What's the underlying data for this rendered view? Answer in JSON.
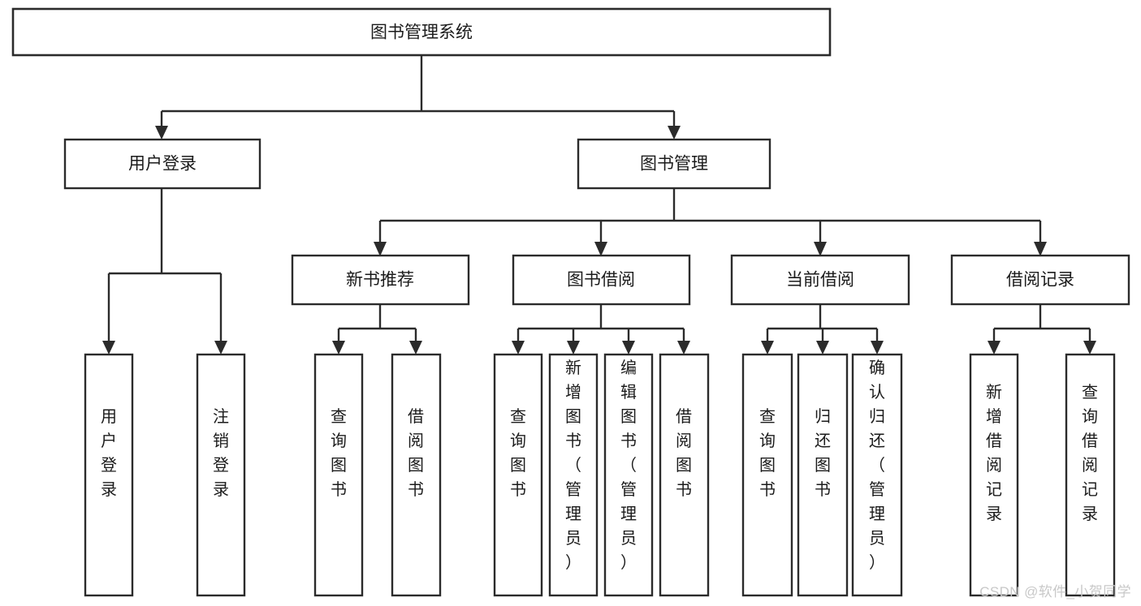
{
  "diagram": {
    "title": "图书管理系统",
    "type": "hierarchy-tree",
    "colors": {
      "box_stroke": "#2b2b2b",
      "box_fill": "#ffffff",
      "text": "#1b1b1b",
      "connector": "#2b2b2b",
      "watermark": "#c8c8c8",
      "background": "#ffffff"
    },
    "levels": [
      {
        "level": 1,
        "orientation": "horizontal-text",
        "nodes": [
          {
            "id": "root",
            "label": "图书管理系统"
          }
        ]
      },
      {
        "level": 2,
        "orientation": "horizontal-text",
        "nodes": [
          {
            "id": "user-login",
            "label": "用户登录",
            "parent": "root"
          },
          {
            "id": "book-manage",
            "label": "图书管理",
            "parent": "root"
          }
        ]
      },
      {
        "level": 3,
        "orientation": "horizontal-text",
        "nodes": [
          {
            "id": "new-book-rec",
            "label": "新书推荐",
            "parent": "book-manage"
          },
          {
            "id": "book-borrow",
            "label": "图书借阅",
            "parent": "book-manage"
          },
          {
            "id": "current-borrow",
            "label": "当前借阅",
            "parent": "book-manage"
          },
          {
            "id": "borrow-record",
            "label": "借阅记录",
            "parent": "book-manage"
          }
        ]
      },
      {
        "level": 4,
        "orientation": "vertical-text",
        "nodes": [
          {
            "id": "leaf-user-login",
            "label": "用户登录",
            "parent": "user-login"
          },
          {
            "id": "leaf-logout",
            "label": "注销登录",
            "parent": "user-login"
          },
          {
            "id": "leaf-query-book-1",
            "label": "查询图书",
            "parent": "new-book-rec"
          },
          {
            "id": "leaf-borrow-book-1",
            "label": "借阅图书",
            "parent": "new-book-rec"
          },
          {
            "id": "leaf-query-book-2",
            "label": "查询图书",
            "parent": "book-borrow"
          },
          {
            "id": "leaf-add-book",
            "label": "新增图书（管理员）",
            "parent": "book-borrow"
          },
          {
            "id": "leaf-edit-book",
            "label": "编辑图书（管理员）",
            "parent": "book-borrow"
          },
          {
            "id": "leaf-borrow-book-2",
            "label": "借阅图书",
            "parent": "book-borrow"
          },
          {
            "id": "leaf-query-book-3",
            "label": "查询图书",
            "parent": "current-borrow"
          },
          {
            "id": "leaf-return-book",
            "label": "归还图书",
            "parent": "current-borrow"
          },
          {
            "id": "leaf-confirm-return",
            "label": "确认归还（管理员）",
            "parent": "current-borrow"
          },
          {
            "id": "leaf-add-record",
            "label": "新增借阅记录",
            "parent": "borrow-record"
          },
          {
            "id": "leaf-query-record",
            "label": "查询借阅记录",
            "parent": "borrow-record"
          }
        ]
      }
    ]
  },
  "watermark": {
    "text": "CSDN @软件_小贺同学"
  }
}
